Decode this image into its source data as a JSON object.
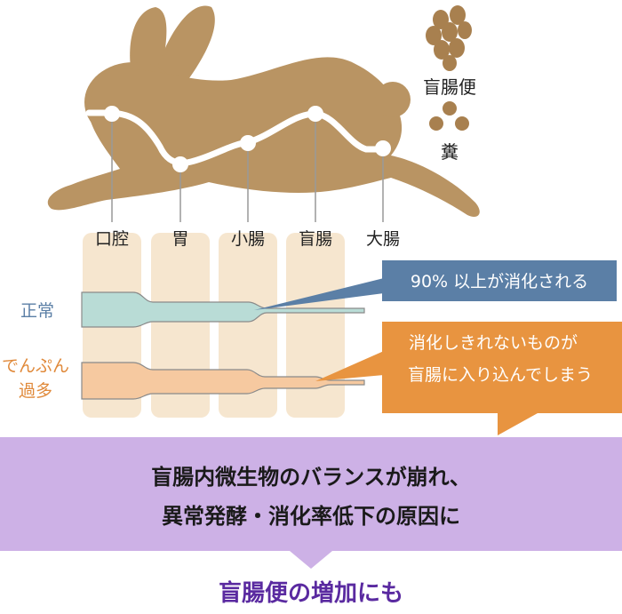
{
  "feces": {
    "cecotrope_label": "盲腸便",
    "feces_label": "糞"
  },
  "organs": [
    "口腔",
    "胃",
    "小腸",
    "盲腸",
    "大腸"
  ],
  "rows": {
    "normal_label": "正常",
    "excess_label_line1": "でんぷん",
    "excess_label_line2": "過多"
  },
  "callouts": {
    "normal": "90% 以上が消化される",
    "excess_line1": "消化しきれないものが",
    "excess_line2": "盲腸に入り込んでしまう"
  },
  "result": {
    "line1": "盲腸内微生物のバランスが崩れ、",
    "line2": "異常発酵・消化率低下の原因に"
  },
  "conclusion": "盲腸便の増加にも",
  "colors": {
    "rabbit": "#b99463",
    "column": "#f6e6cf",
    "normal_tube": "#b9dcd6",
    "excess_tube": "#f6c9a0",
    "normal_callout": "#5b7fa6",
    "excess_callout": "#e89440",
    "result_box": "#cdb1e6",
    "conclusion_text": "#5a2aa0"
  }
}
